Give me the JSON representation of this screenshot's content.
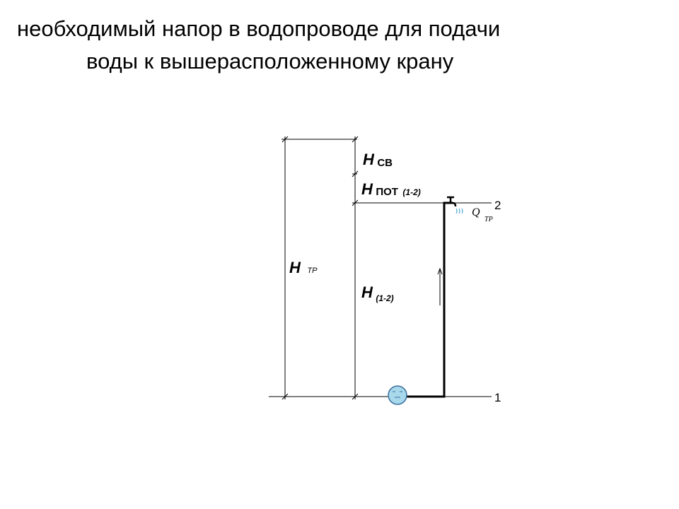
{
  "title": {
    "line1": "необходимый напор в водопроводе для подачи",
    "line2": "воды к вышерасположенному крану"
  },
  "labels": {
    "h_sv": {
      "main": "H",
      "sub": "СВ"
    },
    "h_pot": {
      "main": "H",
      "sub": "ПОТ",
      "sub2": "(1-2)"
    },
    "h_tr": {
      "main": "H",
      "sub": "ТР"
    },
    "h_12": {
      "main": "H",
      "sub": "(1-2)"
    },
    "q_tr": {
      "main": "Q",
      "sub": "ТР"
    },
    "level_1": "1",
    "level_2": "2"
  },
  "colors": {
    "lines": "#000000",
    "pump_fill": "#a8d8ec",
    "pump_stroke": "#3a6f9a",
    "water_drops": "#3399cc"
  }
}
